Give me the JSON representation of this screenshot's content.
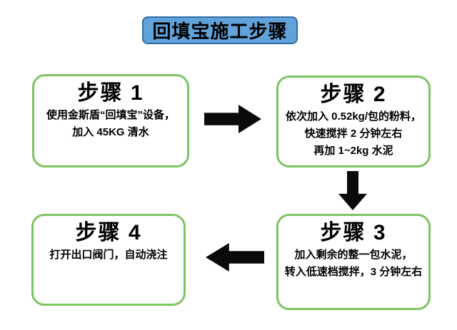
{
  "title": {
    "label": "回填宝施工步骤"
  },
  "colors": {
    "title_fill": "#62A2DB",
    "title_border": "#2E6DA4",
    "box_border": "#7DC462",
    "arrow": "#0A0A0A",
    "text": "#000000",
    "background": "#FFFFFF"
  },
  "steps": [
    {
      "title": "步骤 1",
      "lines": [
        "使用金斯盾“回填宝”设备，",
        "加入 45KG 清水"
      ]
    },
    {
      "title": "步骤 2",
      "lines": [
        "依次加入 0.52kg/包的粉料，",
        "快速搅拌 2 分钟左右",
        "再加 1~2kg 水泥"
      ]
    },
    {
      "title": "步骤 3",
      "lines": [
        "加入剩余的整一包水泥，",
        "转入低速档搅拌，3 分钟左右"
      ]
    },
    {
      "title": "步骤 4",
      "lines": [
        "打开出口阀门，自动浇注"
      ]
    }
  ],
  "arrows": [
    {
      "name": "arrow-step1-to-step2",
      "direction": "right"
    },
    {
      "name": "arrow-step2-to-step3",
      "direction": "down"
    },
    {
      "name": "arrow-step3-to-step4",
      "direction": "left"
    }
  ]
}
